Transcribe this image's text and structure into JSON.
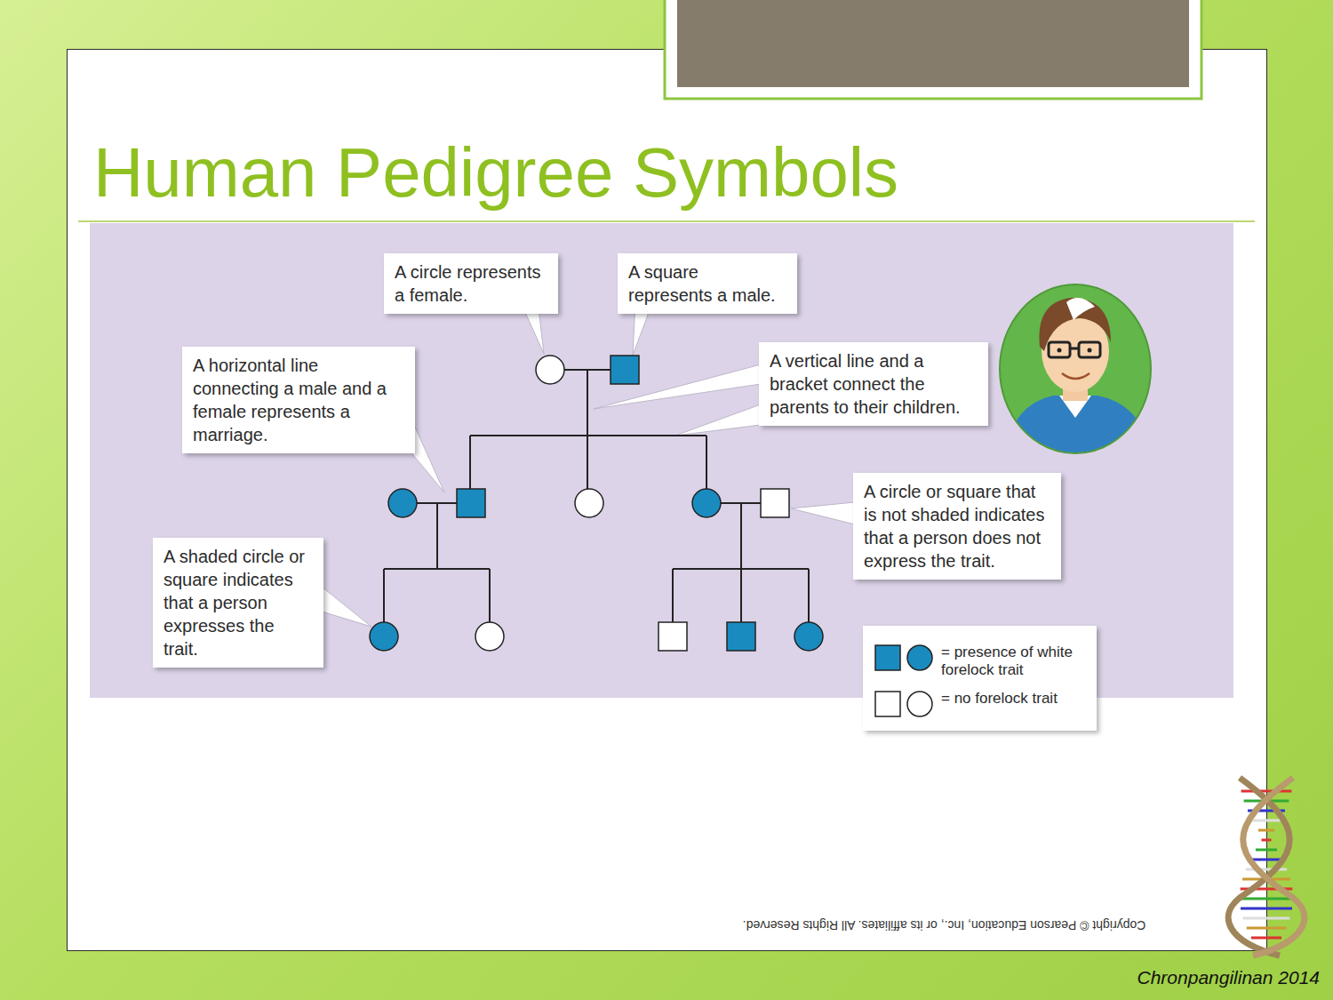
{
  "diagram": {
    "title": "Human Pedigree Symbols",
    "nodes": [
      {
        "text": [
          "A circle represents a female."
        ]
      },
      {
        "text": [
          "A square represents a male."
        ]
      },
      {
        "text": [
          "A horizontal line connecting a male and a female represents a marriage."
        ]
      },
      {
        "text": [
          "A vertical line and a bracket connect the parents to their children."
        ]
      },
      {
        "text": [
          "A circle or square that is not shaded indicates that a person does not express the trait."
        ]
      },
      {
        "text": [
          "A shaded circle or square indicates that a person expresses the trait."
        ]
      }
    ],
    "labels": [
      "Copyright © Pearson Education, Inc., or its affiliates. All Rights Reserved.",
      "Chronpangilinan 2014"
    ],
    "legend": [
      {
        "text": "= presence of white forelock trait",
        "color": "#1a8bbf"
      },
      {
        "text": "= no forelock trait",
        "color": "#ffffff"
      }
    ]
  }
}
